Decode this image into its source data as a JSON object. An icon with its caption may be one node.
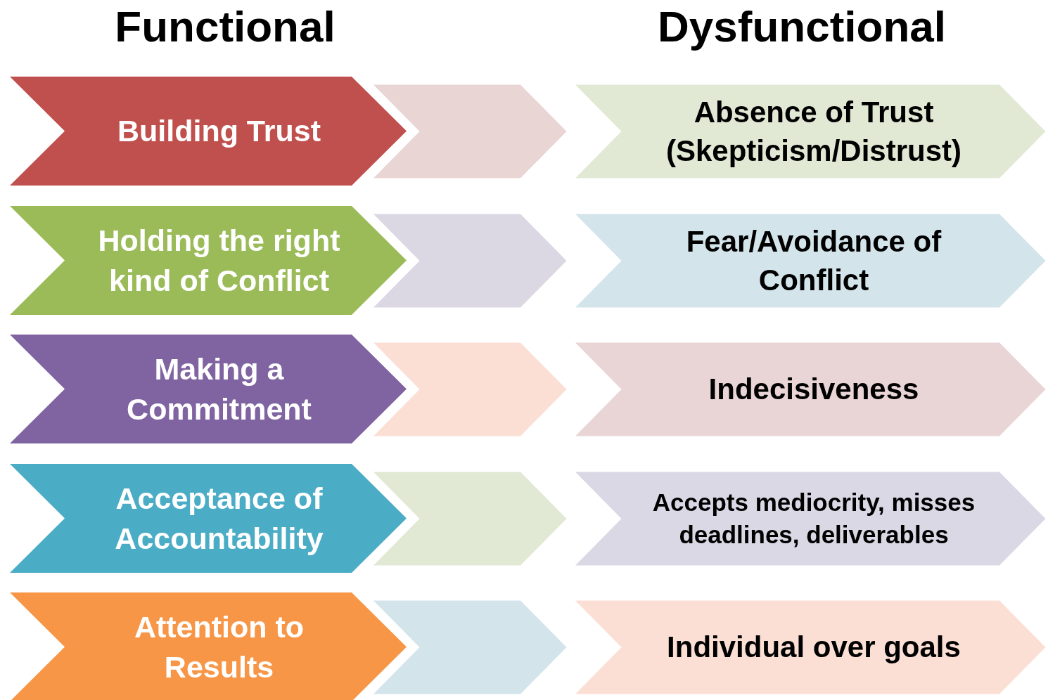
{
  "diagram": {
    "nodes": [
      {
        "text": [
          "Building Trust"
        ]
      },
      {
        "text": [
          "Absence of Trust (Skepticism/Distrust)"
        ]
      },
      {
        "text": [
          "Holding the right kind of Conflict"
        ]
      },
      {
        "text": [
          "Fear/Avoidance of Conflict"
        ]
      },
      {
        "text": [
          "Making a Commitment"
        ]
      },
      {
        "text": [
          "Indecisiveness"
        ]
      },
      {
        "text": [
          "Acceptance of Accountability"
        ]
      },
      {
        "text": [
          "Accepts mediocrity, misses deadlines, deliverables"
        ]
      },
      {
        "text": [
          "Attention to Results"
        ]
      },
      {
        "text": [
          "Individual over goals"
        ]
      }
    ],
    "edges": [
      {
        "from": 0,
        "to": 1,
        "arrow": "to",
        "color": "#ead5d5"
      },
      {
        "from": 2,
        "to": 3,
        "arrow": "to",
        "color": "#dbd8e4"
      },
      {
        "from": 4,
        "to": 5,
        "arrow": "to",
        "color": "#fbdfd4"
      },
      {
        "from": 6,
        "to": 7,
        "arrow": "to",
        "color": "#e1e8d4"
      },
      {
        "from": 8,
        "to": 9,
        "arrow": "to",
        "color": "#d3e4eb"
      }
    ],
    "labels": [
      "Functional",
      "Dysfunctional"
    ]
  }
}
